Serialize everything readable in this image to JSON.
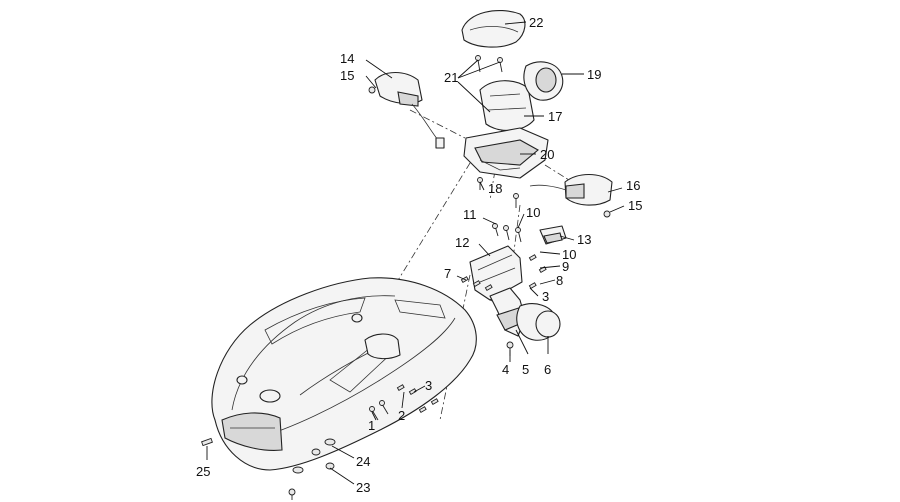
{
  "labels": {
    "p1": "1",
    "p2": "2",
    "p3a": "3",
    "p3b": "3",
    "p4": "4",
    "p5": "5",
    "p6": "6",
    "p7": "7",
    "p8": "8",
    "p9": "9",
    "p10a": "10",
    "p10b": "10",
    "p11": "11",
    "p12": "12",
    "p13": "13",
    "p14": "14",
    "p15a": "15",
    "p15b": "15",
    "p16": "16",
    "p17": "17",
    "p18": "18",
    "p19": "19",
    "p20": "20",
    "p21": "21",
    "p22": "22",
    "p23": "23",
    "p24": "24",
    "p25": "25"
  }
}
